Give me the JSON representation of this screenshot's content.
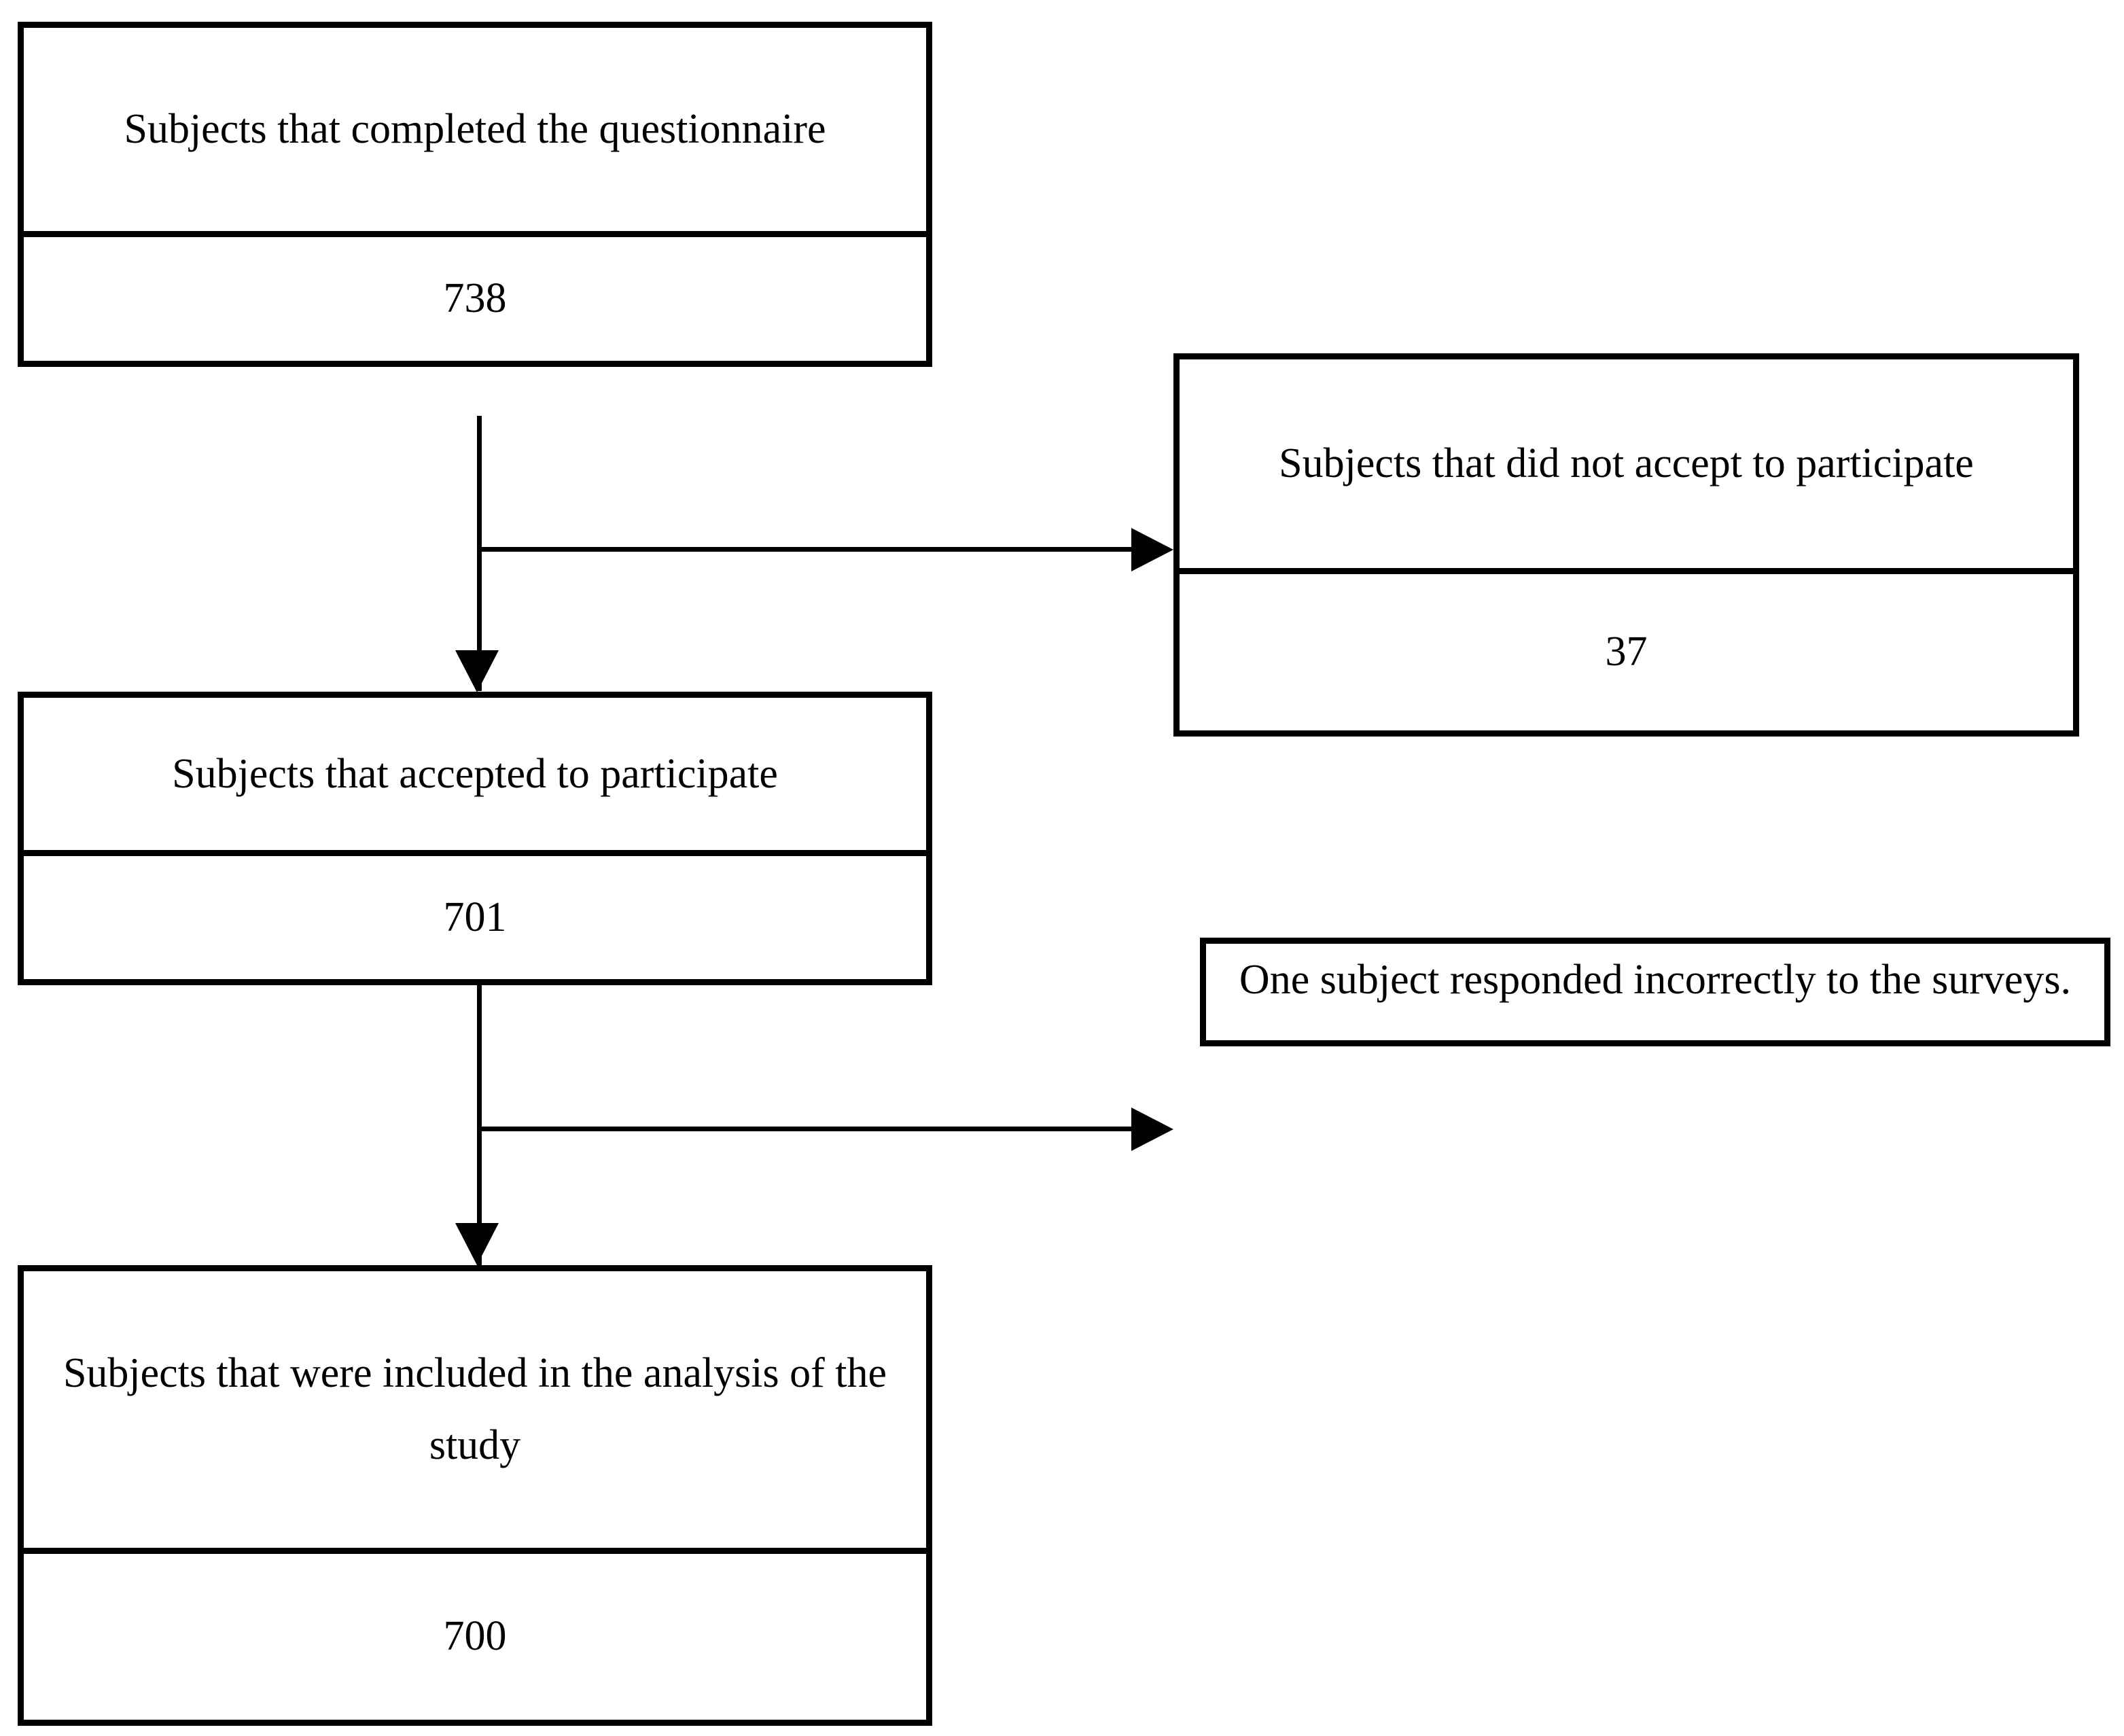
{
  "diagram": {
    "type": "study-flow-chart",
    "colors": {
      "stroke": "#000000",
      "background": "#ffffff",
      "text": "#000000"
    },
    "nodes": [
      {
        "id": "completed",
        "label": "Subjects that completed the questionnaire",
        "count": "738"
      },
      {
        "id": "not-accept",
        "label": "Subjects that did not accept to participate",
        "count": "37"
      },
      {
        "id": "accepted",
        "label": "Subjects that accepted to participate",
        "count": "701"
      },
      {
        "id": "incorrect",
        "label": "One subject responded incorrectly to the surveys.",
        "count": ""
      },
      {
        "id": "included",
        "label": "Subjects that were included in the analysis of the study",
        "count": "700"
      }
    ],
    "edges": [
      {
        "from": "completed",
        "to": "not-accept",
        "direction": "right"
      },
      {
        "from": "completed",
        "to": "accepted",
        "direction": "down"
      },
      {
        "from": "accepted",
        "to": "incorrect",
        "direction": "right"
      },
      {
        "from": "accepted",
        "to": "included",
        "direction": "down"
      }
    ]
  }
}
